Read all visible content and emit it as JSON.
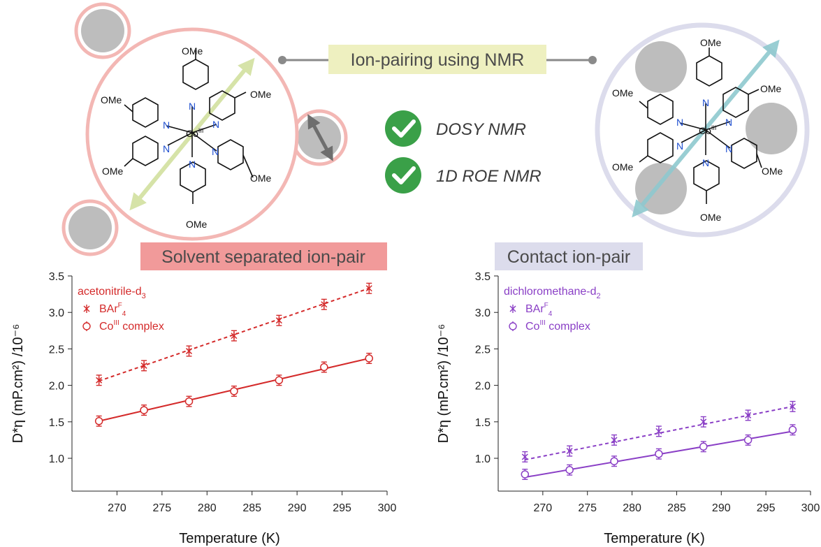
{
  "top": {
    "title": "Ion-pairing using NMR",
    "checks": [
      "DOSY NMR",
      "1D ROE NMR"
    ],
    "left_label": "Solvent separated ion-pair",
    "right_label": "Contact ion-pair",
    "colors": {
      "title_bg": "#eef0c0",
      "left_bg": "#f19a9a",
      "right_bg": "#dcdcec",
      "check_green": "#3aa048"
    }
  },
  "molecule": {
    "metal": "Co",
    "oxidation": "III",
    "substituent": "OMe",
    "donor": "N"
  },
  "chart_data": [
    {
      "type": "scatter",
      "panel": "left",
      "solvent": "acetonitrile-d",
      "solvent_sub": "3",
      "color": "#d42a2a",
      "xlabel": "Temperature (K)",
      "ylabel": "D*η (mP.cm²) /10⁻⁶",
      "xlim": [
        265,
        300
      ],
      "ylim": [
        0.55,
        3.5
      ],
      "xticks": [
        270,
        275,
        280,
        285,
        290,
        295,
        300
      ],
      "yticks": [
        1.0,
        1.5,
        2.0,
        2.5,
        3.0,
        3.5
      ],
      "ytick_labels": [
        "1.0",
        "1.5",
        "2.0",
        "2.5",
        "3.0",
        "3.5"
      ],
      "x": [
        268,
        273,
        278,
        283,
        288,
        293,
        298
      ],
      "series": [
        {
          "name": "BAr",
          "sup": "F",
          "sub": "4",
          "marker": "asterisk",
          "line": "dashed",
          "values": [
            2.07,
            2.27,
            2.47,
            2.68,
            2.89,
            3.11,
            3.33
          ],
          "err": 0.07,
          "fit": [
            2.06,
            3.33
          ]
        },
        {
          "name": "Co",
          "sup": "III",
          "suffix": " complex",
          "marker": "circle",
          "line": "solid",
          "values": [
            1.51,
            1.66,
            1.78,
            1.92,
            2.07,
            2.25,
            2.37
          ],
          "err": 0.07,
          "fit": [
            1.51,
            2.37
          ]
        }
      ]
    },
    {
      "type": "scatter",
      "panel": "right",
      "solvent": "dichloromethane-d",
      "solvent_sub": "2",
      "color": "#8a3fc6",
      "xlabel": "Temperature (K)",
      "ylabel": "D*η (mP.cm²) /10⁻⁶",
      "xlim": [
        265,
        300
      ],
      "ylim": [
        0.55,
        3.5
      ],
      "xticks": [
        270,
        275,
        280,
        285,
        290,
        295,
        300
      ],
      "yticks": [
        1.0,
        1.5,
        2.0,
        2.5,
        3.0,
        3.5
      ],
      "ytick_labels": [
        "1.0",
        "1.5",
        "2.0",
        "2.5",
        "3.0",
        "3.5"
      ],
      "x": [
        268,
        273,
        278,
        283,
        288,
        293,
        298
      ],
      "series": [
        {
          "name": "BAr",
          "sup": "F",
          "sub": "4",
          "marker": "asterisk",
          "line": "dashed",
          "values": [
            1.02,
            1.1,
            1.25,
            1.37,
            1.5,
            1.59,
            1.71
          ],
          "err": 0.07,
          "fit": [
            0.98,
            1.71
          ]
        },
        {
          "name": "Co",
          "sup": "III",
          "suffix": " complex",
          "marker": "circle",
          "line": "solid",
          "values": [
            0.78,
            0.84,
            0.96,
            1.06,
            1.16,
            1.25,
            1.39
          ],
          "err": 0.07,
          "fit": [
            0.74,
            1.37
          ]
        }
      ]
    }
  ]
}
